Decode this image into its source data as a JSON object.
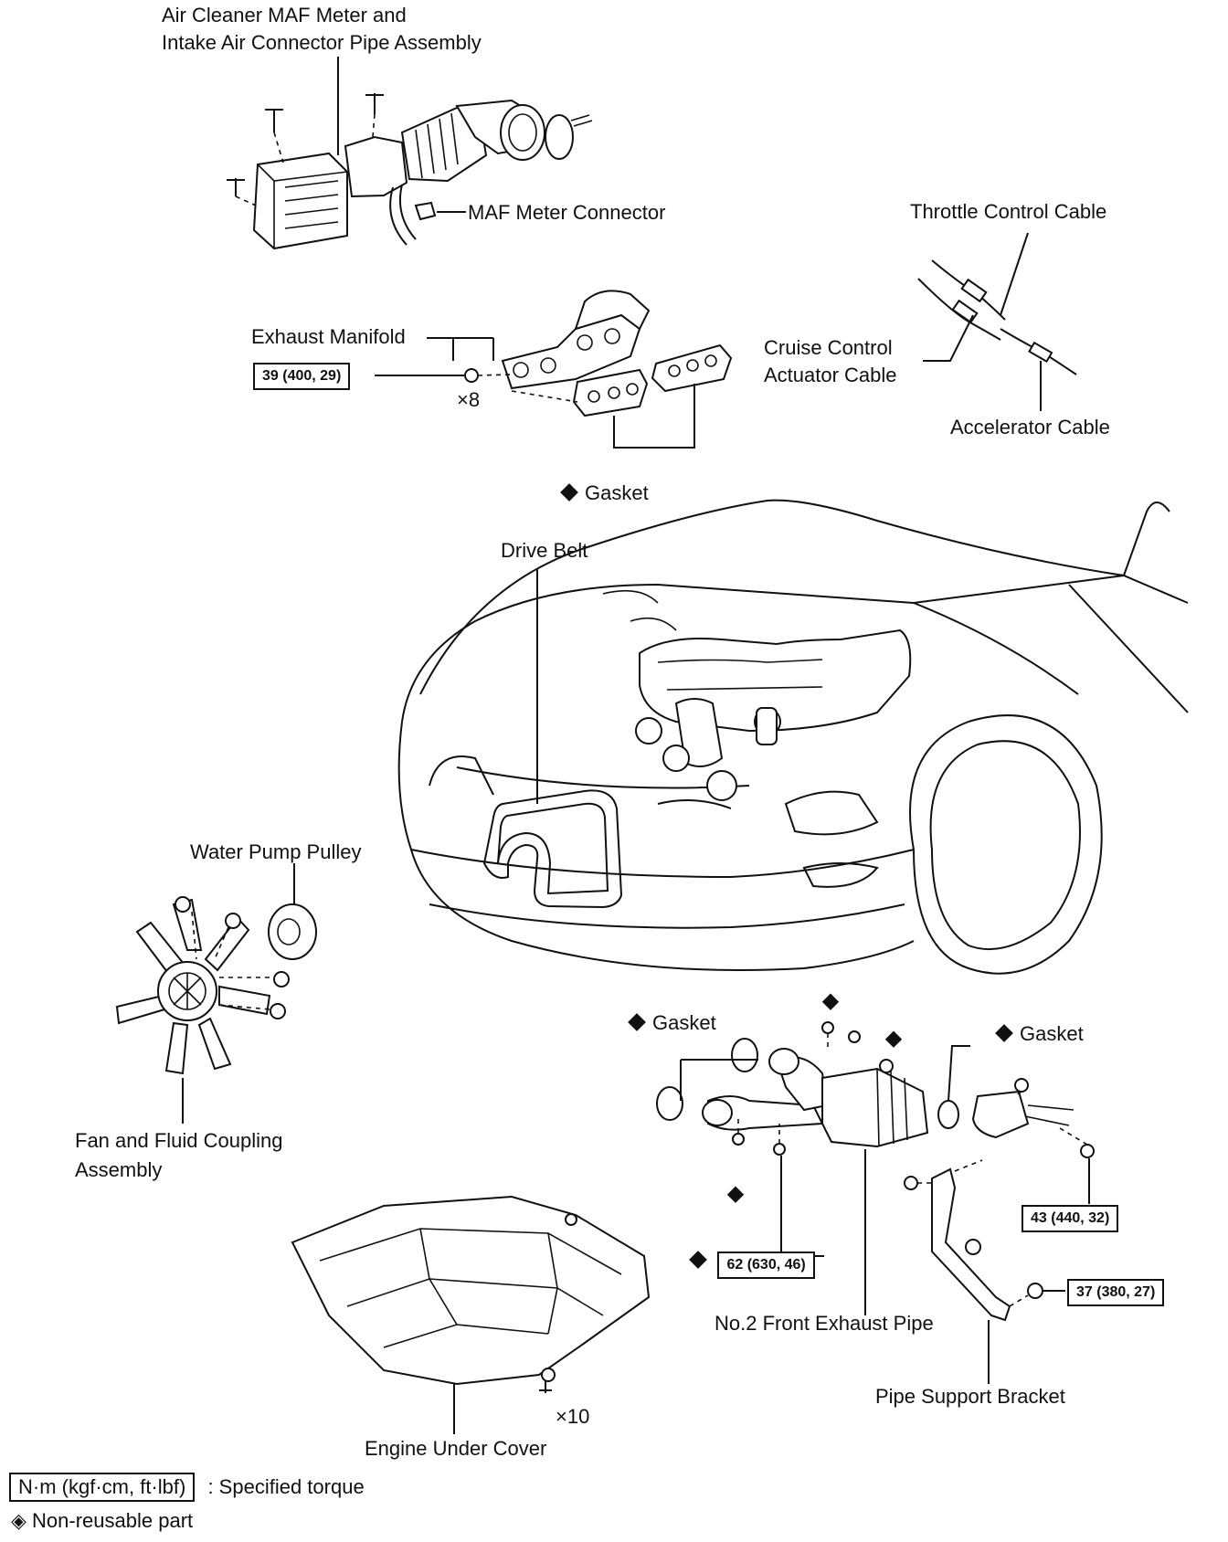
{
  "labels": {
    "air_cleaner": "Air Cleaner MAF Meter and",
    "air_cleaner_2": "Intake Air Connector Pipe Assembly",
    "maf_connector": "MAF Meter Connector",
    "throttle_cable": "Throttle Control Cable",
    "exhaust_manifold": "Exhaust Manifold",
    "cruise_control": "Cruise Control",
    "cruise_control_2": "Actuator Cable",
    "accelerator_cable": "Accelerator Cable",
    "manifold_qty": "×8",
    "gasket_top": "Gasket",
    "drive_belt": "Drive Belt",
    "water_pump_pulley": "Water Pump Pulley",
    "gasket_left": "Gasket",
    "gasket_right": "Gasket",
    "fan_coupling": "Fan and Fluid Coupling",
    "fan_coupling_2": "Assembly",
    "front_exhaust_pipe": "No.2 Front Exhaust Pipe",
    "pipe_support_bracket": "Pipe Support Bracket",
    "engine_under_cover": "Engine Under Cover",
    "under_cover_qty": "×10"
  },
  "torque": {
    "manifold": "39 (400, 29)",
    "exhaust_right": "43 (440, 32)",
    "exhaust_nut": "62 (630, 46)",
    "bracket": "37 (380, 27)"
  },
  "legend": {
    "torque_box": "N·m (kgf·cm, ft·lbf)",
    "torque_text": ": Specified torque",
    "nonreusable_symbol": "◈",
    "nonreusable_text": "Non-reusable part"
  }
}
